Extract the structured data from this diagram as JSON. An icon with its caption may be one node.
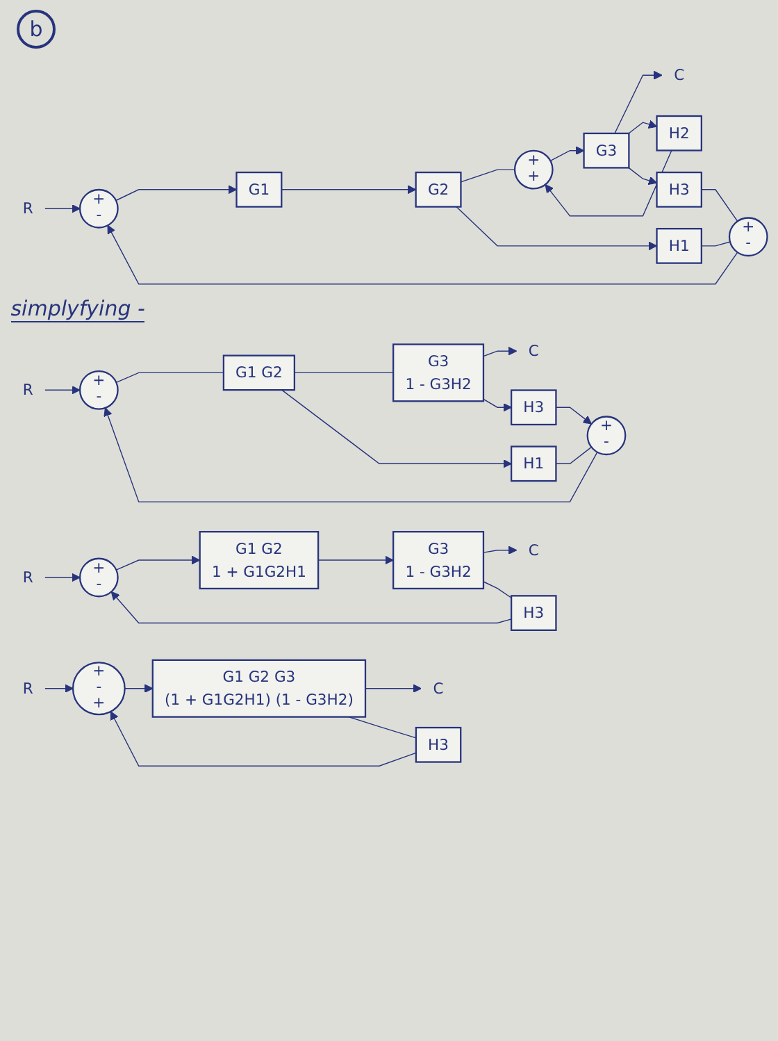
{
  "diagram": {
    "nodes": [
      {
        "text": [
          "R"
        ]
      },
      {
        "text": [
          "+",
          "-"
        ]
      },
      {
        "text": [
          "G1"
        ]
      },
      {
        "text": [
          "G2"
        ]
      },
      {
        "text": [
          "+",
          "+"
        ]
      },
      {
        "text": [
          "G3"
        ]
      },
      {
        "text": [
          "C"
        ]
      },
      {
        "text": [
          "H2"
        ]
      },
      {
        "text": [
          "+",
          "-"
        ]
      },
      {
        "text": [
          "H1"
        ]
      },
      {
        "text": [
          "H3"
        ]
      },
      {
        "text": [
          "R"
        ]
      },
      {
        "text": [
          "+",
          "-"
        ]
      },
      {
        "text": [
          "G1 G2"
        ]
      },
      {
        "text": [
          "G3",
          "1 - G3H2"
        ]
      },
      {
        "text": [
          "C"
        ]
      },
      {
        "text": [
          "+",
          "-"
        ]
      },
      {
        "text": [
          "H1"
        ]
      },
      {
        "text": [
          "H3"
        ]
      },
      {
        "text": [
          "R"
        ]
      },
      {
        "text": [
          "+",
          "-"
        ]
      },
      {
        "text": [
          "G1 G2",
          "1 + G1G2H1"
        ]
      },
      {
        "text": [
          "G3",
          "1 - G3H2"
        ]
      },
      {
        "text": [
          "C"
        ]
      },
      {
        "text": [
          "H3"
        ]
      },
      {
        "text": [
          "R"
        ]
      },
      {
        "text": [
          "+",
          "-",
          "+"
        ]
      },
      {
        "text": [
          "G1 G2 G3",
          "(1 + G1G2H1) (1 - G3H2)"
        ]
      },
      {
        "text": [
          "C"
        ]
      },
      {
        "text": [
          "H3"
        ]
      }
    ],
    "edges": [
      {
        "from": 0,
        "to": 1,
        "arrow": "to"
      },
      {
        "from": 1,
        "to": 2,
        "arrow": "to"
      },
      {
        "from": 2,
        "to": 3,
        "arrow": "to"
      },
      {
        "from": 3,
        "to": 4,
        "arrow": "none"
      },
      {
        "from": 3,
        "to": 9,
        "arrow": "to"
      },
      {
        "from": 9,
        "to": 8,
        "arrow": "none"
      },
      {
        "from": 8,
        "to": 1,
        "arrow": "to"
      },
      {
        "from": 4,
        "to": 5,
        "arrow": "to"
      },
      {
        "from": 5,
        "to": 6,
        "arrow": "to"
      },
      {
        "from": 5,
        "to": 7,
        "arrow": "to"
      },
      {
        "from": 7,
        "to": 4,
        "arrow": "to"
      },
      {
        "from": 5,
        "to": 10,
        "arrow": "to"
      },
      {
        "from": 10,
        "to": 8,
        "arrow": "none"
      },
      {
        "from": 11,
        "to": 12,
        "arrow": "to"
      },
      {
        "from": 12,
        "to": 13,
        "arrow": "none"
      },
      {
        "from": 13,
        "to": 14,
        "arrow": "none"
      },
      {
        "from": 13,
        "to": 17,
        "arrow": "to"
      },
      {
        "from": 17,
        "to": 16,
        "arrow": "none"
      },
      {
        "from": 16,
        "to": 12,
        "arrow": "to"
      },
      {
        "from": 14,
        "to": 15,
        "arrow": "to"
      },
      {
        "from": 14,
        "to": 18,
        "arrow": "to"
      },
      {
        "from": 18,
        "to": 16,
        "arrow": "to"
      },
      {
        "from": 19,
        "to": 20,
        "arrow": "to"
      },
      {
        "from": 20,
        "to": 21,
        "arrow": "to"
      },
      {
        "from": 21,
        "to": 22,
        "arrow": "to"
      },
      {
        "from": 22,
        "to": 23,
        "arrow": "to"
      },
      {
        "from": 22,
        "to": 24,
        "arrow": "none"
      },
      {
        "from": 24,
        "to": 20,
        "arrow": "to"
      },
      {
        "from": 25,
        "to": 26,
        "arrow": "to"
      },
      {
        "from": 26,
        "to": 27,
        "arrow": "to"
      },
      {
        "from": 27,
        "to": 28,
        "arrow": "to"
      },
      {
        "from": 27,
        "to": 29,
        "arrow": "none"
      },
      {
        "from": 29,
        "to": 26,
        "arrow": "to"
      }
    ],
    "labels": [
      "b",
      "simplyfying -"
    ]
  }
}
